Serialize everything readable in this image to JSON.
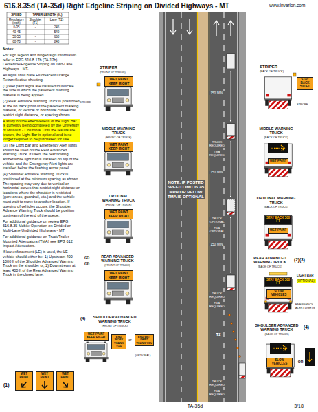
{
  "diagram": {
    "title": "616.8.35d (TA-35d) Right Edgeline Striping on Divided Highways - MT",
    "nodes": [
      {
        "text": [
          "A study on the effectiveness of the Light Bar is currently being completed by the University of Missouri - Columbia. Until the results are known, the Light Bar is optional and is no longer required to be purchased for use."
        ]
      },
      {
        "text": [
          "WET PAINT KEEP RIGHT"
        ]
      },
      {
        "text": [
          "WET PAINT KEEP RIGHT"
        ]
      },
      {
        "text": [
          "WET PAINT KEEP RIGHT"
        ]
      },
      {
        "text": [
          "WET PAINT KEEP RIGHT"
        ]
      },
      {
        "text": [
          "WET PAINT KEEP RIGHT"
        ]
      },
      {
        "text": [
          "END WORK THANK YOU"
        ]
      },
      {
        "text": [
          "END WET PAINT THANK YOU"
        ]
      },
      {
        "text": [
          "WET PAINT"
        ]
      },
      {
        "text": [
          "WET PAINT"
        ]
      },
      {
        "text": [
          "WET PAINT"
        ]
      },
      {
        "text": [
          "STAY BACK 500 FT"
        ]
      },
      {
        "text": [
          "WET PAINT"
        ]
      },
      {
        "text": [
          "STAY BACK 500 FT"
        ]
      },
      {
        "text": [
          "WET PAINT"
        ]
      },
      {
        "text": [
          "STAY BACK 500 FT"
        ]
      },
      {
        "text": [
          "SLOW VEHICLES"
        ]
      },
      {
        "text": [
          "SLOW VEHICLES"
        ]
      }
    ],
    "labels": [
      "www.invarion.com",
      "SPEED",
      "TAPER LENGTH (ft.)",
      "Regulatory (mph)",
      "Shoulder (T1)",
      "Lane (T2)",
      "0-35",
      "-",
      "245",
      "40-45",
      "-",
      "540",
      "50-55",
      "-",
      "660",
      "60-70",
      "-",
      "840",
      "Notes:",
      "For sign legend and hinged sign information refer to EPG 616.8.17b (TA-17b) Centerline/Edgeline Striping on Two-Lane Highways - MT.",
      "All signs shall have Fluorescent Orange Retroreflective sheeting.",
      "(1) Wet paint signs are installed to indicate the side in which the pavement marking material is being applied.",
      "(2) Rear Advance Warning Truck is positioned at the no track point of the pavement marking material, or vertical or horizontal curves that restrict sight distance, or spacing shown.",
      "(3) The Light Bar and Emergency Alert lights should be used on the Rear Advanced Warning Truck. If used, the rear flowing amber/white light bar is installed on top of the vehicle and the Emergency Alert lights are installed below the flashing arrow panel.",
      "(4) Shoulder Advance Warning Truck is positioned at the minimum spacing as shown. The spacing may vary due to vertical or horizontal curves that restrict sight distance or locations where the shoulder is restricted (gore areas, guardrail, etc.) and the vehicle must wait to move to another location. If queuing of vehicles occurs, the Shoulder Advance Warning Truck should be position upstream of the end of the queue.",
      "For additional guidance on review EPG 616.8.35 Mobile Operation on Divided or Multi-Lane Undivided Highways - MT",
      "For additional guidance on Truck/Trailer Mounted Attenuators (TMA) see EPG 612 Impact Attenuators.",
      "If law enforcement (LE) is used, the LE vehicle should either be: 1) Upstream 400 - 1000 ft of the Shoulder Advanced Warning Truck on the shoulder or, 2) Downstream at least 400 ft of the Rear Advanced Warning Truck in the closed lane.",
      "STRIPER",
      "(FRONT OF TRUCK)",
      "STROBE",
      "MIDDLE WARNING TRUCK",
      "(FRONT OF TRUCK)",
      "OPTIONAL WARNING TRUCK",
      "(FRONT OF TRUCK)",
      "(2)",
      "(3)",
      "REAR ADVANCED WARNING TRUCK",
      "(FRONT OF TRUCK)",
      "(4)",
      "SHOULDER ADVANCED WARNING TRUCK",
      "(FRONT OF TRUCK)",
      "or",
      "(OPTIONAL)",
      "(1)",
      "150' MIN.",
      "TRUCK REQUIRED",
      "TMA REQUIRED",
      "150' MIN.",
      "NOTE: IF POSTED SPEED LIMIT IS 45 MPH OR BELOW TMA IS OPTIONAL",
      "TRUCK OPTIONAL",
      "TMA OPTIONAL",
      "150' MIN.",
      "TRUCK REQUIRED",
      "TMA REQUIRED",
      "T2",
      "TRUCK REQUIRED",
      "TMA REQUIRED",
      "STRIPER",
      "(BACK OF TRUCK)",
      "STROBE",
      "MIDDLE WARNING TRUCK",
      "(BACK OF TRUCK)",
      "OPTIONAL WARNING TRUCK",
      "(BACK OF TRUCK)",
      "REAR ADVANCED WARNING TRUCK",
      "(BACK OF TRUCK)",
      "(2)(3)",
      "LIGHT BAR",
      "(OPTIONAL)",
      "EMERGENCY ALERT LIGHTS",
      "(4)",
      "SHOULDER ADVANCED WARNING TRUCK",
      "(BACK OF TRUCK)",
      "OR",
      "TA-35d",
      "3/18"
    ]
  }
}
